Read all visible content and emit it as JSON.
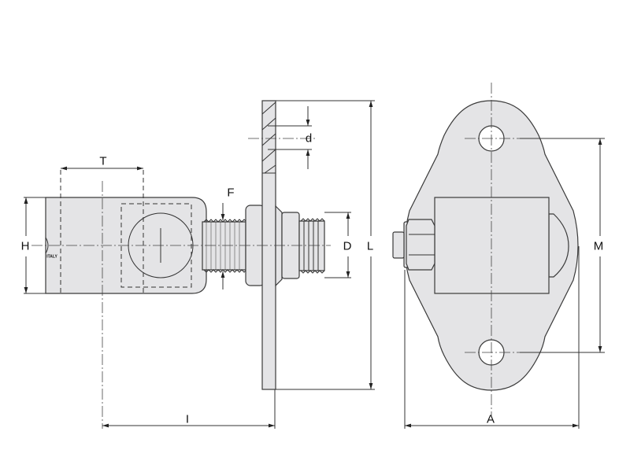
{
  "dimensions": {
    "T": "T",
    "H": "H",
    "F": "F",
    "D": "D",
    "L": "L",
    "d": "d",
    "I": "I",
    "M": "M",
    "A": "A"
  },
  "marking": "ITALY",
  "colors": {
    "part_fill": "#e4e4e6",
    "line": "#333333"
  }
}
